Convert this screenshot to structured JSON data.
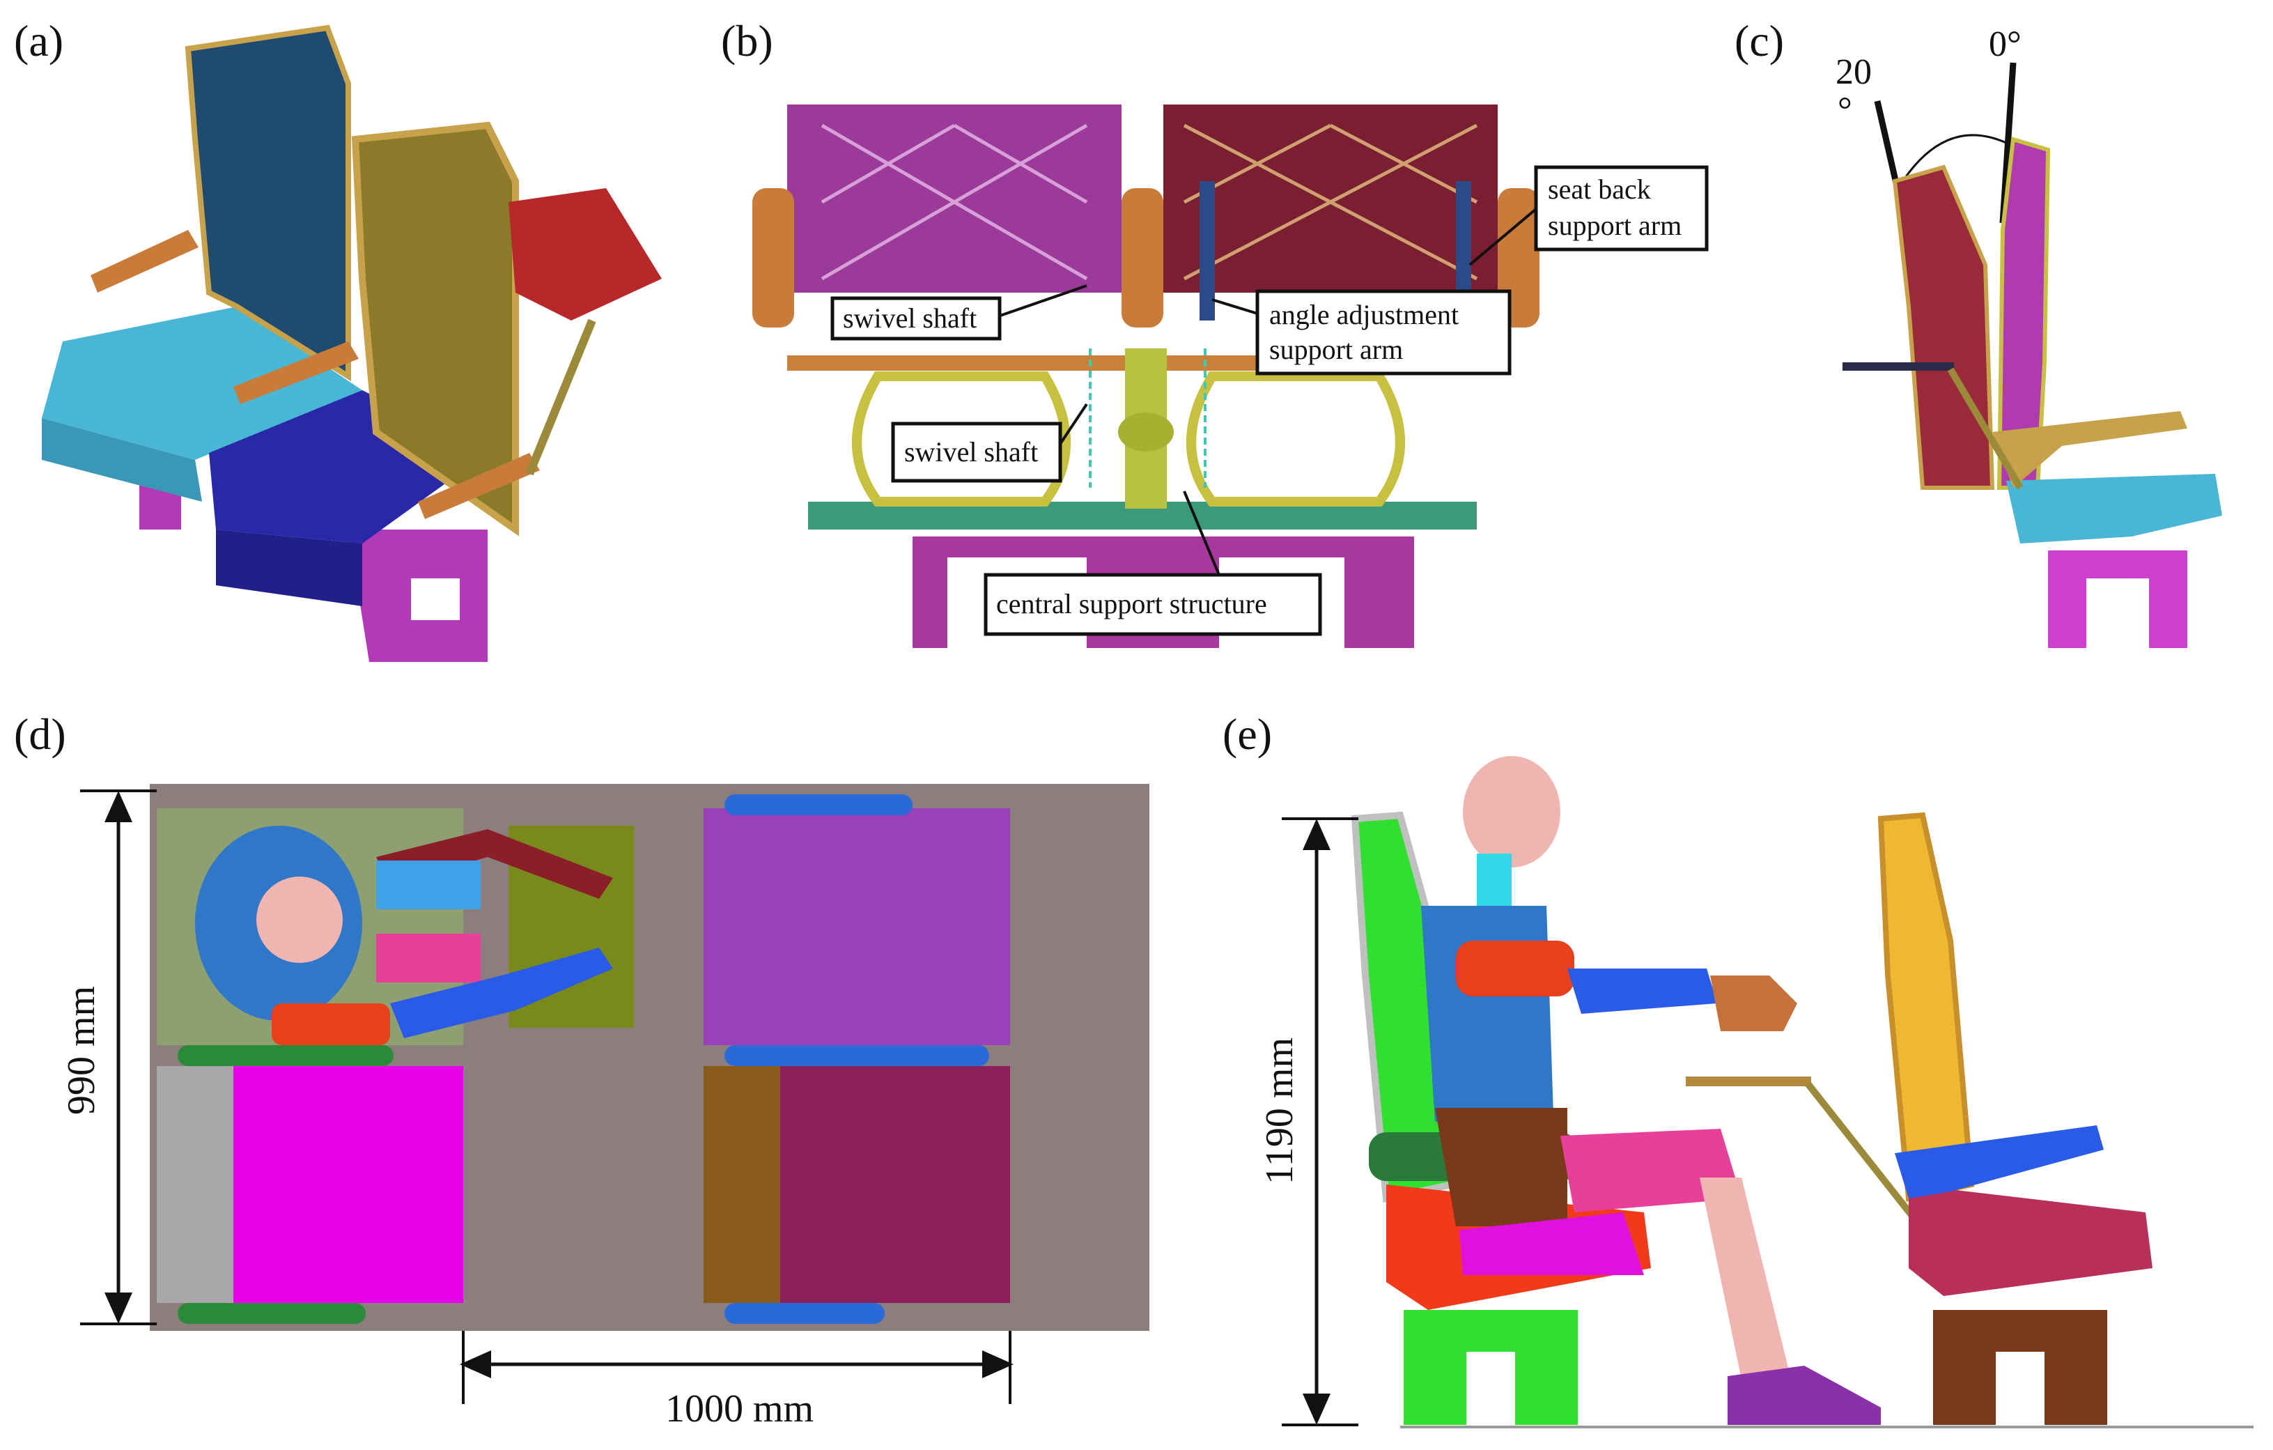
{
  "panels": {
    "a": {
      "label": "(a)"
    },
    "b": {
      "label": "(b)",
      "callouts": {
        "swivel_shaft_top": "swivel shaft",
        "angle_adjust_line1": "angle adjustment",
        "angle_adjust_line2": "support arm",
        "seat_back_line1": "seat back",
        "seat_back_line2": "support arm",
        "swivel_shaft_mid": "swivel shaft",
        "central_support": "central support structure"
      }
    },
    "c": {
      "label": "(c)",
      "angle_a": "20",
      "angle_a_unit": "°",
      "angle_b": "0°"
    },
    "d": {
      "label": "(d)",
      "dim_vertical": "990 mm",
      "dim_horizontal": "1000 mm"
    },
    "e": {
      "label": "(e)",
      "dim_vertical": "1190 mm"
    }
  },
  "colors": {
    "seat_magenta": "#b43ab4",
    "seat_maroon": "#8a1f3a",
    "frame_tan": "#c8a24a",
    "armrest": "#c97b3a",
    "floor": "#8b7e7c",
    "dummy_blue": "#2f77c8",
    "dummy_head": "#f0b5b0"
  }
}
